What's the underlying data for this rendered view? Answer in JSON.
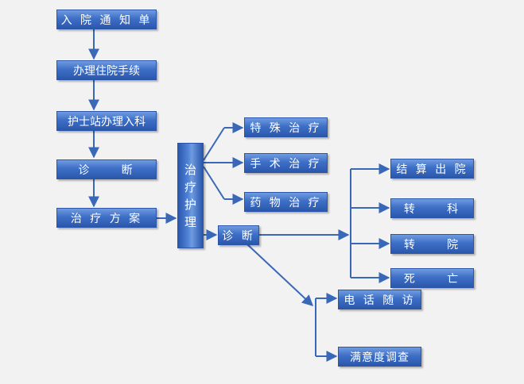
{
  "nodes": {
    "admission_notice": "入 院 通 知 单",
    "admission_procedures": "办理住院手续",
    "nurse_station": "护士站办理入科",
    "diagnosis_initial": "诊     断",
    "treatment_plan": "治 疗 方 案",
    "treatment_care": [
      "治",
      "疗",
      "护",
      "理"
    ],
    "special_treatment": "特 殊 治 疗",
    "surgery": "手 术 治 疗",
    "drug_treatment": "药 物 治 疗",
    "diagnosis_followup": "诊 断",
    "settle_discharge": "结 算 出 院",
    "transfer_dept": "转     科",
    "transfer_hospital": "转     院",
    "death": "死     亡",
    "phone_followup": "电 话 随 访",
    "satisfaction_survey": "满意度调查"
  },
  "colors": {
    "node_fill": "#3e6fc6",
    "node_border": "#2a55a8",
    "arrow": "#3a68b8",
    "background": "#f2f2f2"
  }
}
